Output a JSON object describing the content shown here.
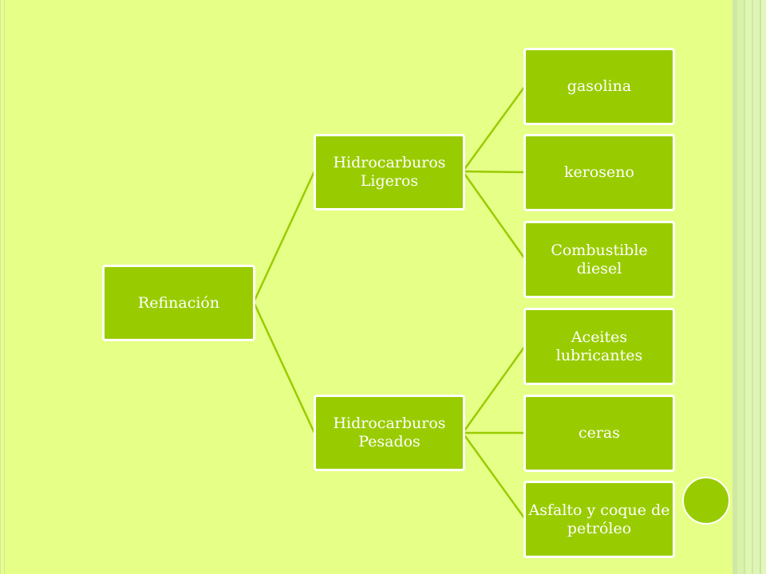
{
  "diagram": {
    "root": {
      "label": "Refinación"
    },
    "branches": [
      {
        "label": "Hidrocarburos Ligeros",
        "children": [
          "gasolina",
          "keroseno",
          "Combustible diesel"
        ]
      },
      {
        "label": "Hidrocarburos Pesados",
        "children": [
          "Aceites lubricantes",
          "ceras",
          "Asfalto y coque de petróleo"
        ]
      }
    ]
  },
  "colors": {
    "background": "#e6ff87",
    "node_fill": "#99cc00",
    "node_border": "#ffffff",
    "connector": "#99cc00"
  },
  "decoration": {
    "accent_circle": "green-circle"
  }
}
